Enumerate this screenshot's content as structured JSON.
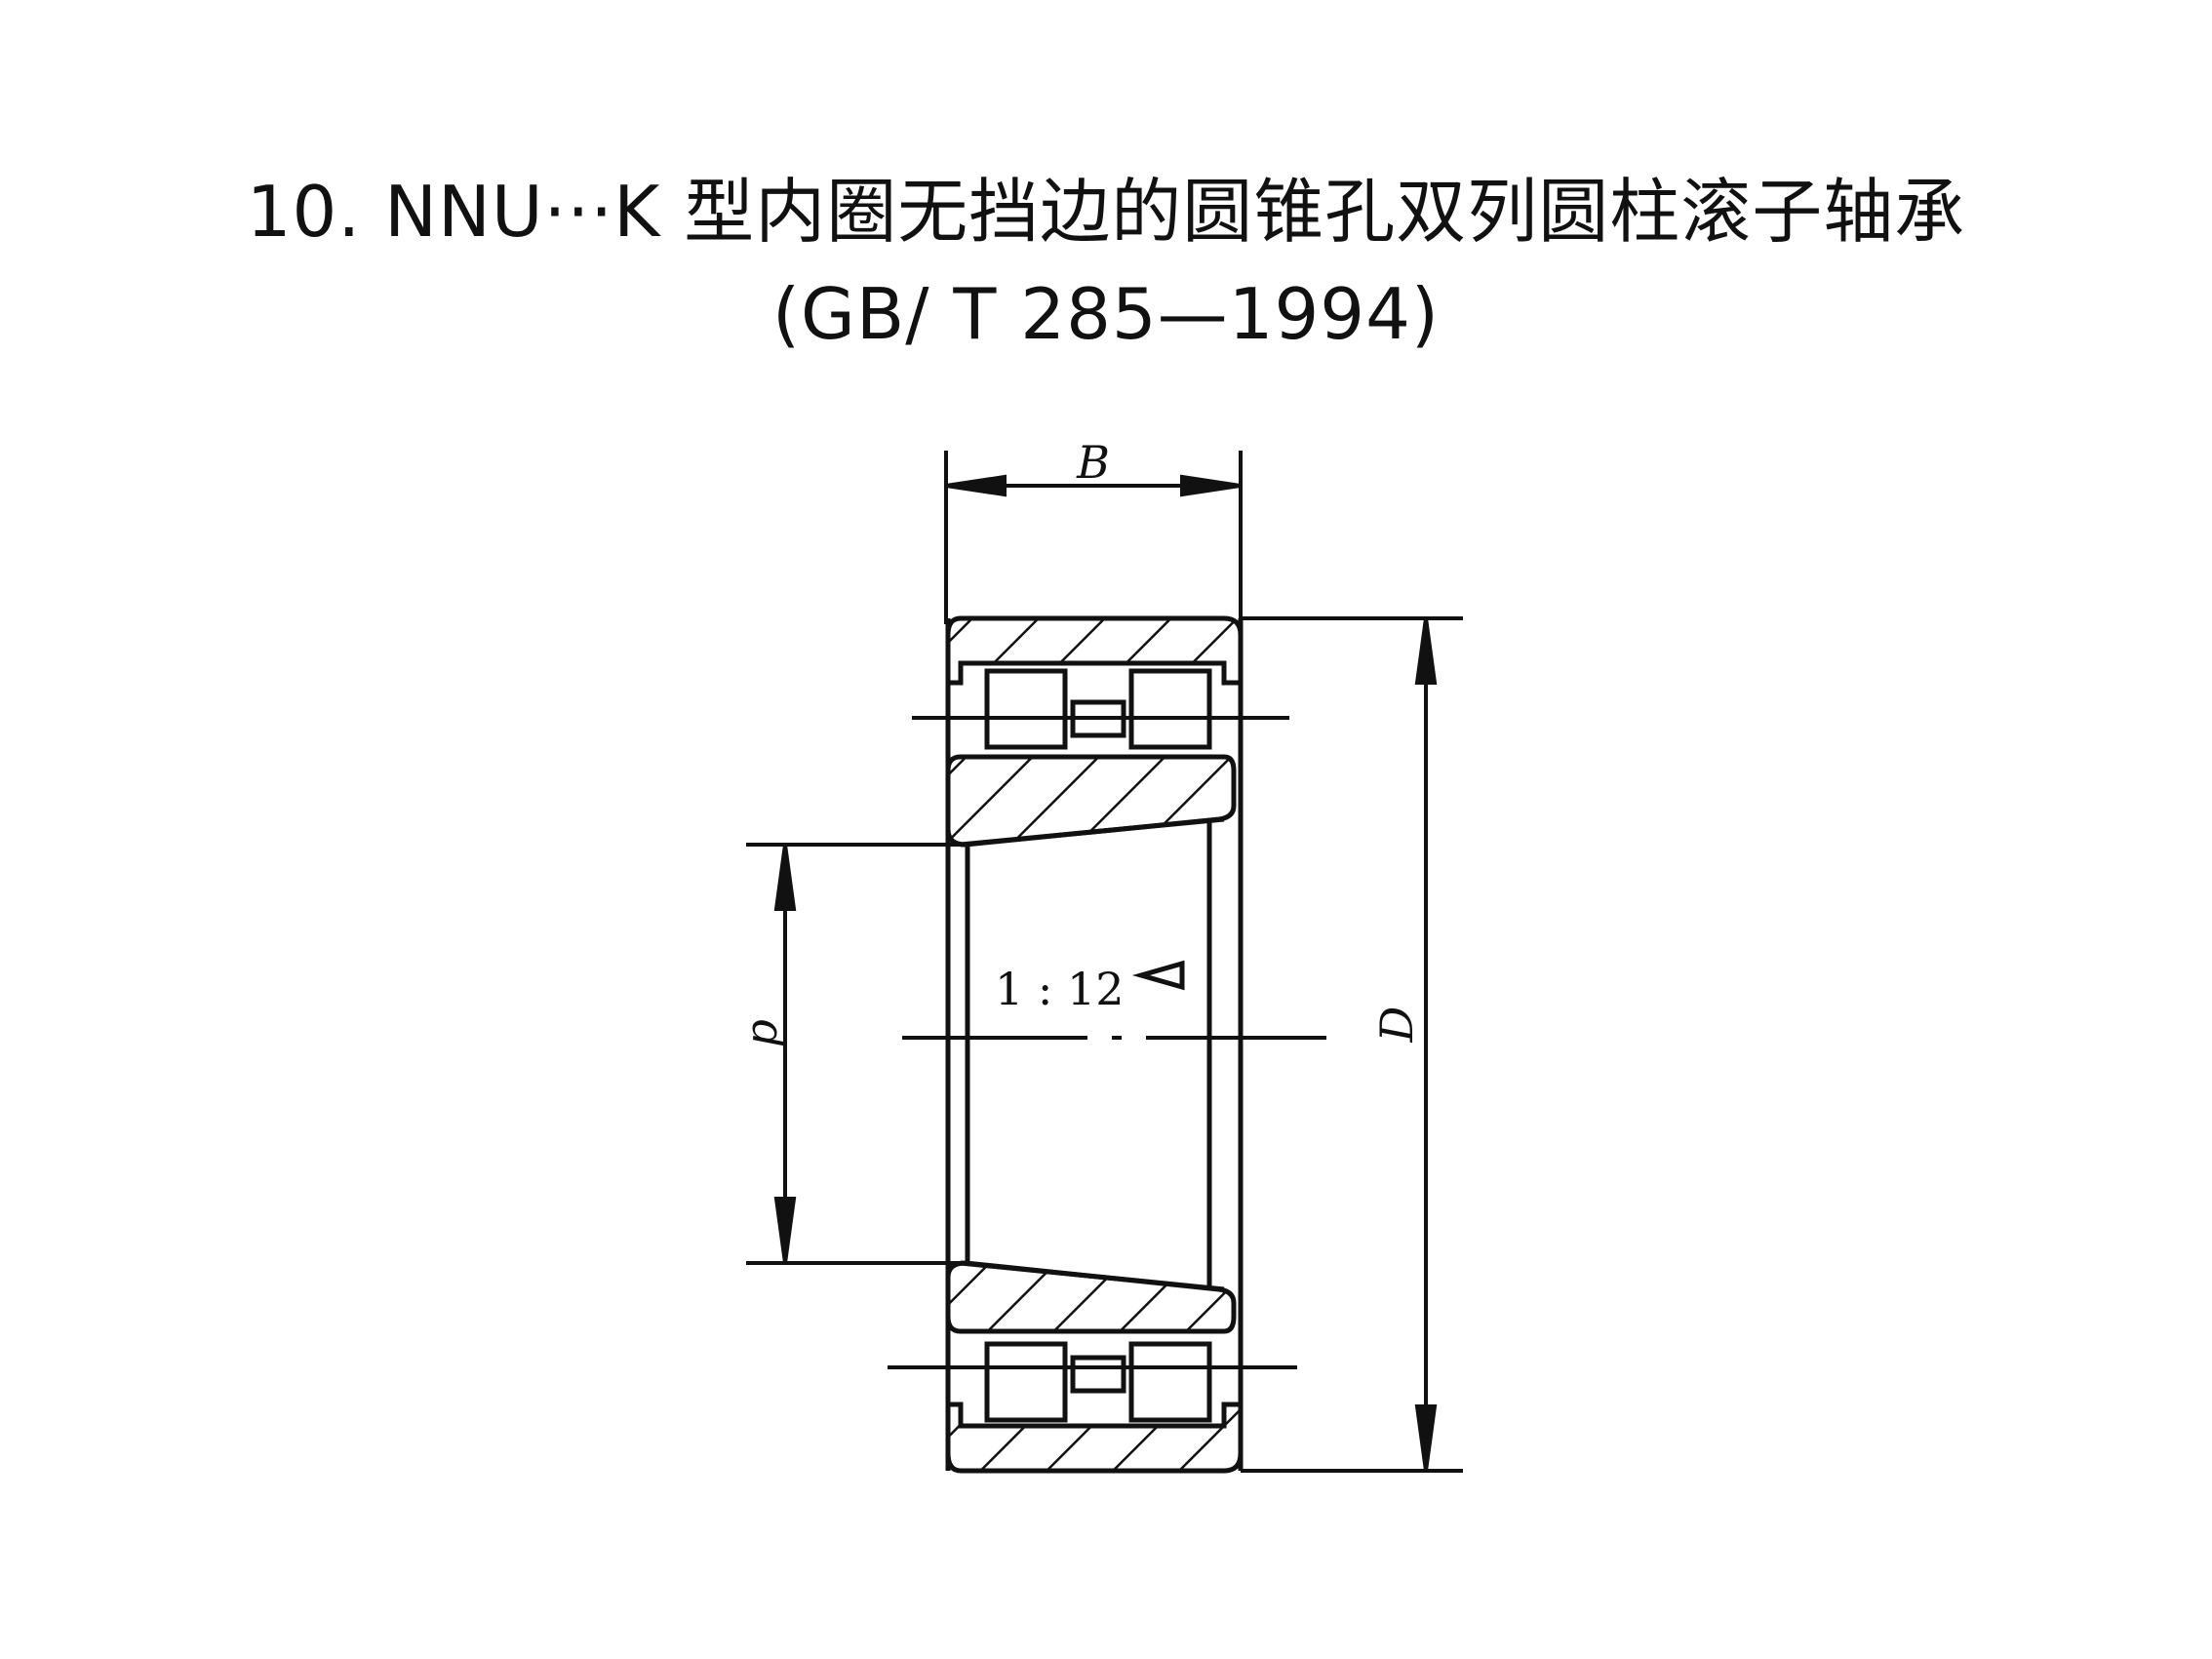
{
  "title": {
    "line1": "10. NNU···K 型内圈无挡边的圆锥孔双列圆柱滚子轴承",
    "line2": "(GB/ T 285—1994)"
  },
  "drawing": {
    "label_B": "B",
    "label_D": "D",
    "label_d": "d",
    "taper_ratio": "1 : 12"
  }
}
